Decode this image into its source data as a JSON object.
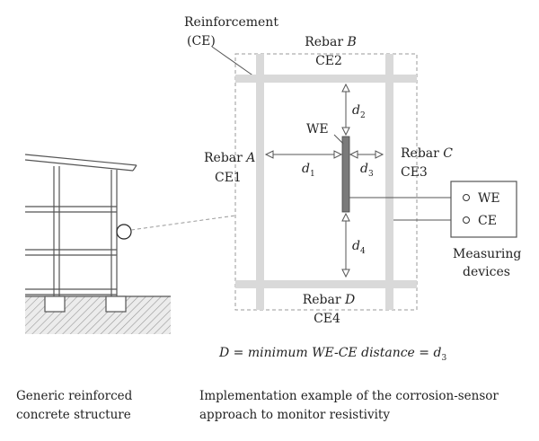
{
  "building": {
    "caption_line1": "Generic reinforced",
    "caption_line2": "concrete structure"
  },
  "reinforcement": {
    "label_line1": "Reinforcement",
    "label_line2": "(CE)"
  },
  "rebars": {
    "a": {
      "prefix": "Rebar ",
      "letter": "A",
      "ce": "CE1"
    },
    "b": {
      "prefix": "Rebar ",
      "letter": "B",
      "ce": "CE2"
    },
    "c": {
      "prefix": "Rebar ",
      "letter": "C",
      "ce": "CE3"
    },
    "d": {
      "prefix": "Rebar ",
      "letter": "D",
      "ce": "CE4"
    }
  },
  "sensor": {
    "label": "WE"
  },
  "distances": {
    "d1": {
      "symbol": "d",
      "sub": "1"
    },
    "d2": {
      "symbol": "d",
      "sub": "2"
    },
    "d3": {
      "symbol": "d",
      "sub": "3"
    },
    "d4": {
      "symbol": "d",
      "sub": "4"
    }
  },
  "device": {
    "terminal_we": "WE",
    "terminal_ce": "CE",
    "caption_line1": "Measuring",
    "caption_line2": "devices"
  },
  "formula": {
    "prefix": "D = minimum WE-CE distance = ",
    "symbol": "d",
    "sub": "3"
  },
  "example_caption": {
    "line1": "Implementation example of the corrosion-sensor",
    "line2": "approach to monitor resistivity"
  },
  "colors": {
    "rebar": "#d9d9d9",
    "electrode": "#7a7a7a",
    "line": "#555555",
    "ground": "#bfbfbf"
  }
}
